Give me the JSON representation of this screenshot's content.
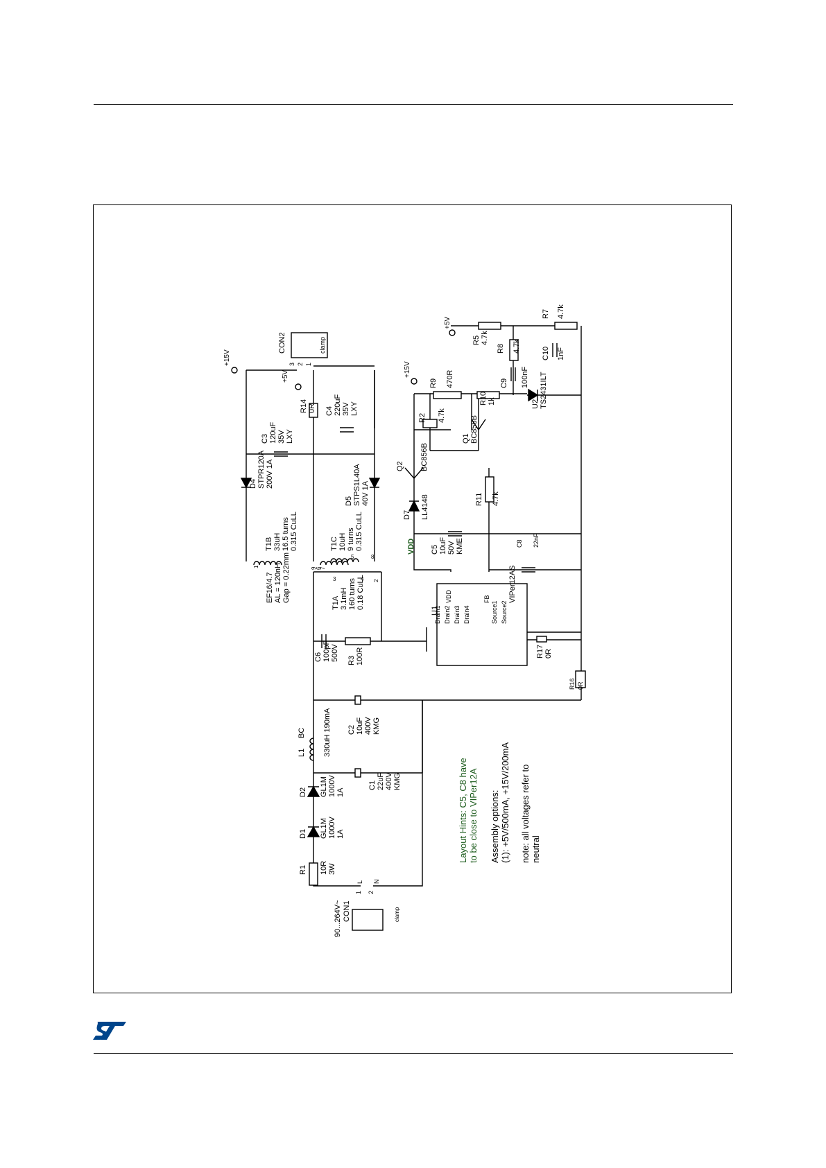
{
  "page": {
    "accent_color": "#00458b",
    "logo_icon": "st-logo-icon",
    "hint_color": "#1d5c1d"
  },
  "labels": {
    "con1": "CON1",
    "con1_voltage": "90...264V~",
    "con1_clamp": "clamp",
    "con1_pin1": "1",
    "con1_pin2": "2",
    "con1_L": "L",
    "con1_N": "N",
    "r1": "R1",
    "r1_v1": "10R",
    "r1_v2": "3W",
    "d1": "D1",
    "d1_v1": "GL1M",
    "d1_v2": "1000V",
    "d1_v3": "1A",
    "d2": "D2",
    "d2_v1": "GL1M",
    "d2_v2": "1000V",
    "d2_v3": "1A",
    "l1": "L1",
    "l1_bc": "BC",
    "l1_v": "330uH 190mA",
    "c1": "C1",
    "c1_v1": "22uF",
    "c1_v2": "400V",
    "c1_v3": "KMG",
    "c2": "C2",
    "c2_v1": "10uF",
    "c2_v2": "400V",
    "c2_v3": "KMG",
    "c6": "C6",
    "c6_v1": "100pF",
    "c6_v2": "500V",
    "r3": "R3",
    "r3_v": "100R",
    "t1a": "T1A",
    "t1a_v1": "3.1mH",
    "t1a_v2": "160 turns",
    "t1a_v3": "0.18 CuLL",
    "core_v1": "EF16/4.7",
    "core_v2": "AL = 120nH",
    "core_v3": "Gap = 0.22mm",
    "t1b": "T1B",
    "t1b_v1": "33uH",
    "t1b_v2": "16.5 turns",
    "t1b_v3": "0.315 CuLL",
    "t1c": "T1C",
    "t1c_v1": "10uH",
    "t1c_v2": "9 turns",
    "t1c_v3": "0.315 CuLL",
    "pin_1": "1",
    "pin_2": "2",
    "pin_3": "3",
    "pin_4": "4",
    "pin_5": "5",
    "pin_6": "6",
    "pin_7": "7",
    "pin_8": "8",
    "pin_9": "9",
    "d4": "D4",
    "d4_v1": "STPR120A",
    "d4_v2": "200V 1A",
    "d5": "D5",
    "d5_v1": "STPS1L40A",
    "d5_v2": "40V 1A",
    "c3": "C3",
    "c3_v1": "120uF",
    "c3_v2": "35V",
    "c3_v3": "LXY",
    "c4": "C4",
    "c4_v1": "220uF",
    "c4_v2": "35V",
    "c4_v3": "LXY",
    "r14": "R14",
    "r14_v": "0R",
    "con2": "CON2",
    "con2_clamp": "clamp",
    "p15v": "+15V",
    "p5v": "+5V",
    "u1": "U1",
    "u1_part": "VIPer12AS",
    "u1_vdd": "VDD",
    "u1_fb": "FB",
    "u1_d1": "Drain1",
    "u1_d2": "Drain2",
    "u1_d3": "Drain3",
    "u1_d4": "Drain4",
    "u1_s1": "Source1",
    "u1_s2": "Source2",
    "vdd": "VDD",
    "c5": "C5",
    "c5_v1": "10uF",
    "c5_v2": "50V",
    "c5_v3": "KME",
    "c8": "C8",
    "c8_v": "22nF",
    "r17": "R17",
    "r17_v": "0R",
    "r16": "R16",
    "r16_v": "0R",
    "d7": "D7",
    "d7_v": "LL4148",
    "q2": "Q2",
    "q2_v": "BC856B",
    "q1": "Q1",
    "q1_v": "BC856B",
    "r2": "R2",
    "r2_v": "4.7k",
    "r9": "R9",
    "r9_v": "470R",
    "r10": "R10",
    "r10_v": "1k",
    "r11": "R11",
    "r11_v": "4.7k",
    "r5": "R5",
    "r5_v": "4.7k",
    "r8": "R8",
    "r8_v": "4.7k",
    "r7": "R7",
    "r7_v": "4.7k",
    "c9": "C9",
    "c9_v": "100nF",
    "c10": "C10",
    "c10_v": "1nF",
    "u2": "U2",
    "u2_v": "TS2431ILT"
  },
  "notes": {
    "hint1": "Layout Hints: C5, C8 have",
    "hint2": "to be close to VIPer12A",
    "asm1": "Assembly options:",
    "asm2": "(1): +5V/500mA, +15V/200mA",
    "note1": "note: all voltages refer to",
    "note2": "neutral"
  }
}
